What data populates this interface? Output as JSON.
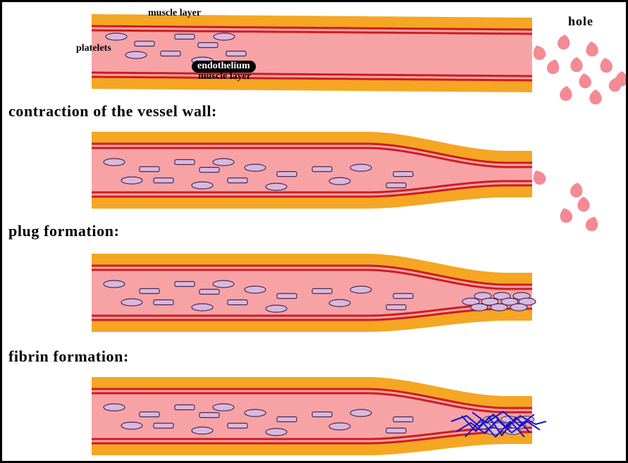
{
  "labels": {
    "muscle_layer_top": "muscle layer",
    "muscle_layer_bottom": "muscle layer",
    "platelets": "platelets",
    "endothelium": "endothelium",
    "hole": "hole"
  },
  "headings": {
    "contraction": "contraction of the vessel wall:",
    "plug": "plug formation:",
    "fibrin": "fibrin formation:"
  },
  "colors": {
    "muscle": "#F5A623",
    "endothelium_stripe": "#CC1E1E",
    "blood": "#F7A3A6",
    "platelet": "#D9B8E0",
    "platelet_stroke": "#4A2A4E",
    "rbc": "#F48A94",
    "fibrin": "#1515C8"
  }
}
